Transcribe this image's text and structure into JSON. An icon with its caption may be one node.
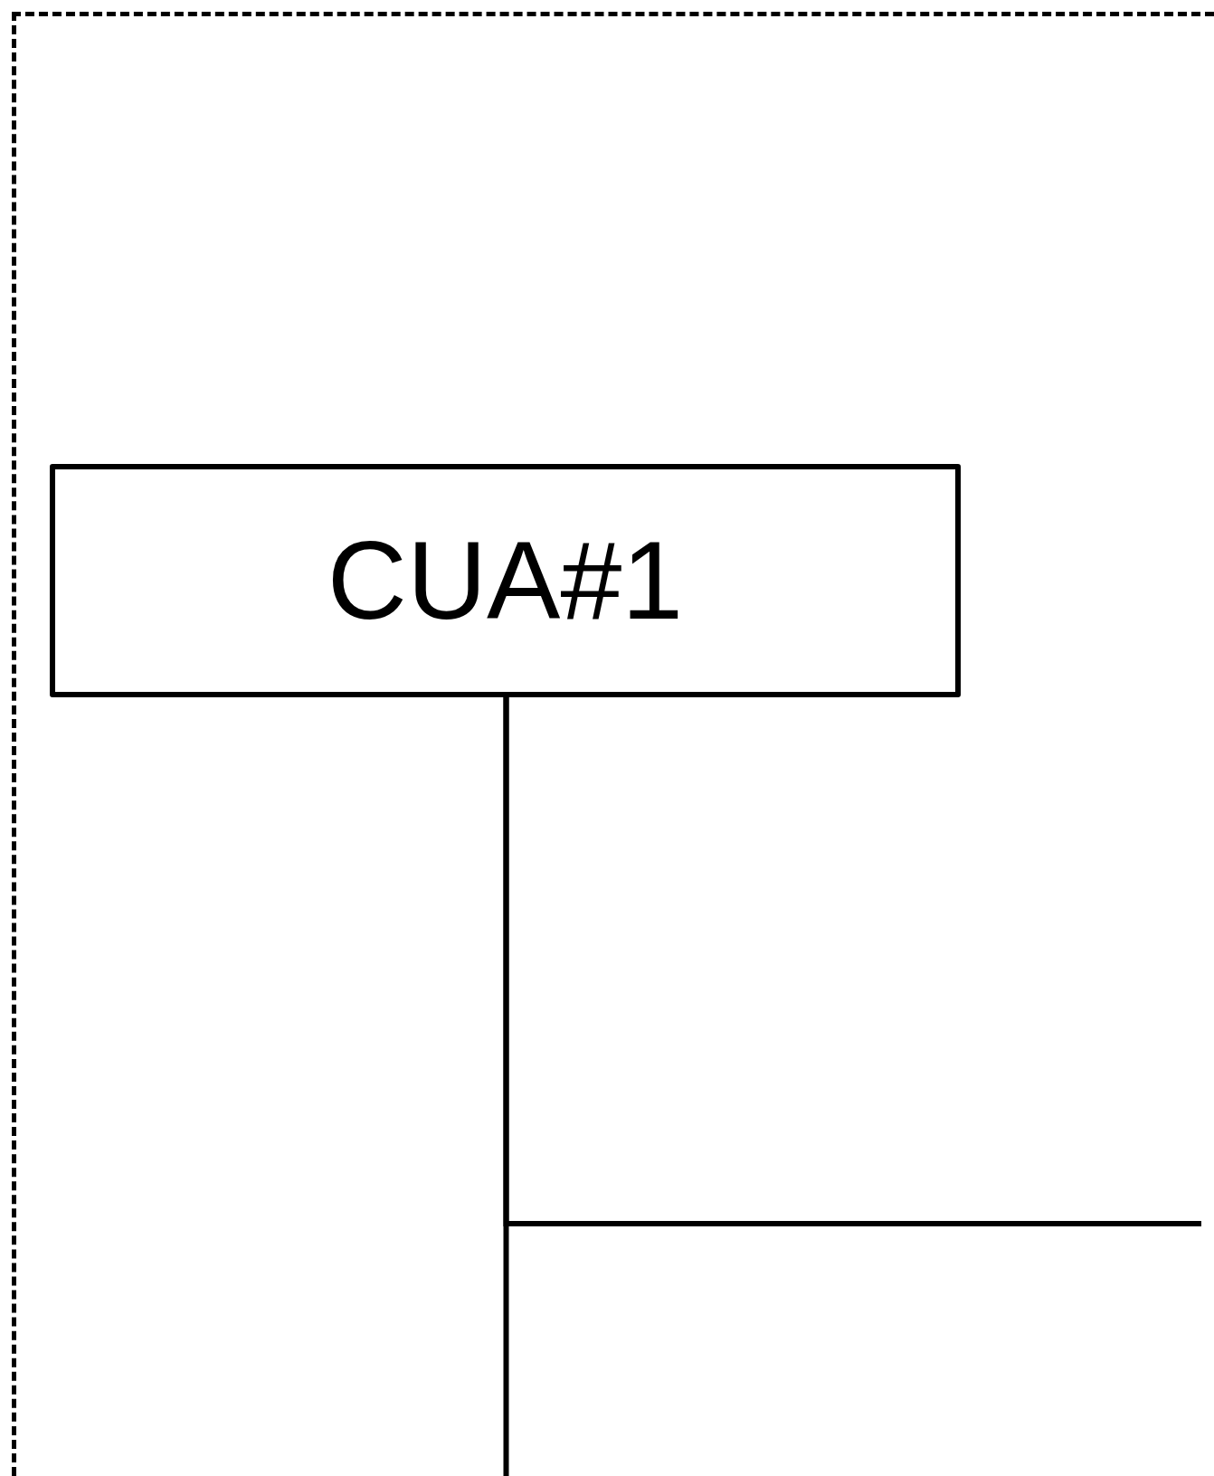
{
  "diagram": {
    "nodes": [
      {
        "text": [],
        "shape": "box"
      },
      {
        "text": [
          "CUA#1"
        ],
        "in": 0
      }
    ],
    "edges": [
      {
        "from": 1,
        "to": null,
        "arrow": "none"
      },
      {
        "from": 1,
        "to": null,
        "arrow": "none"
      }
    ]
  }
}
